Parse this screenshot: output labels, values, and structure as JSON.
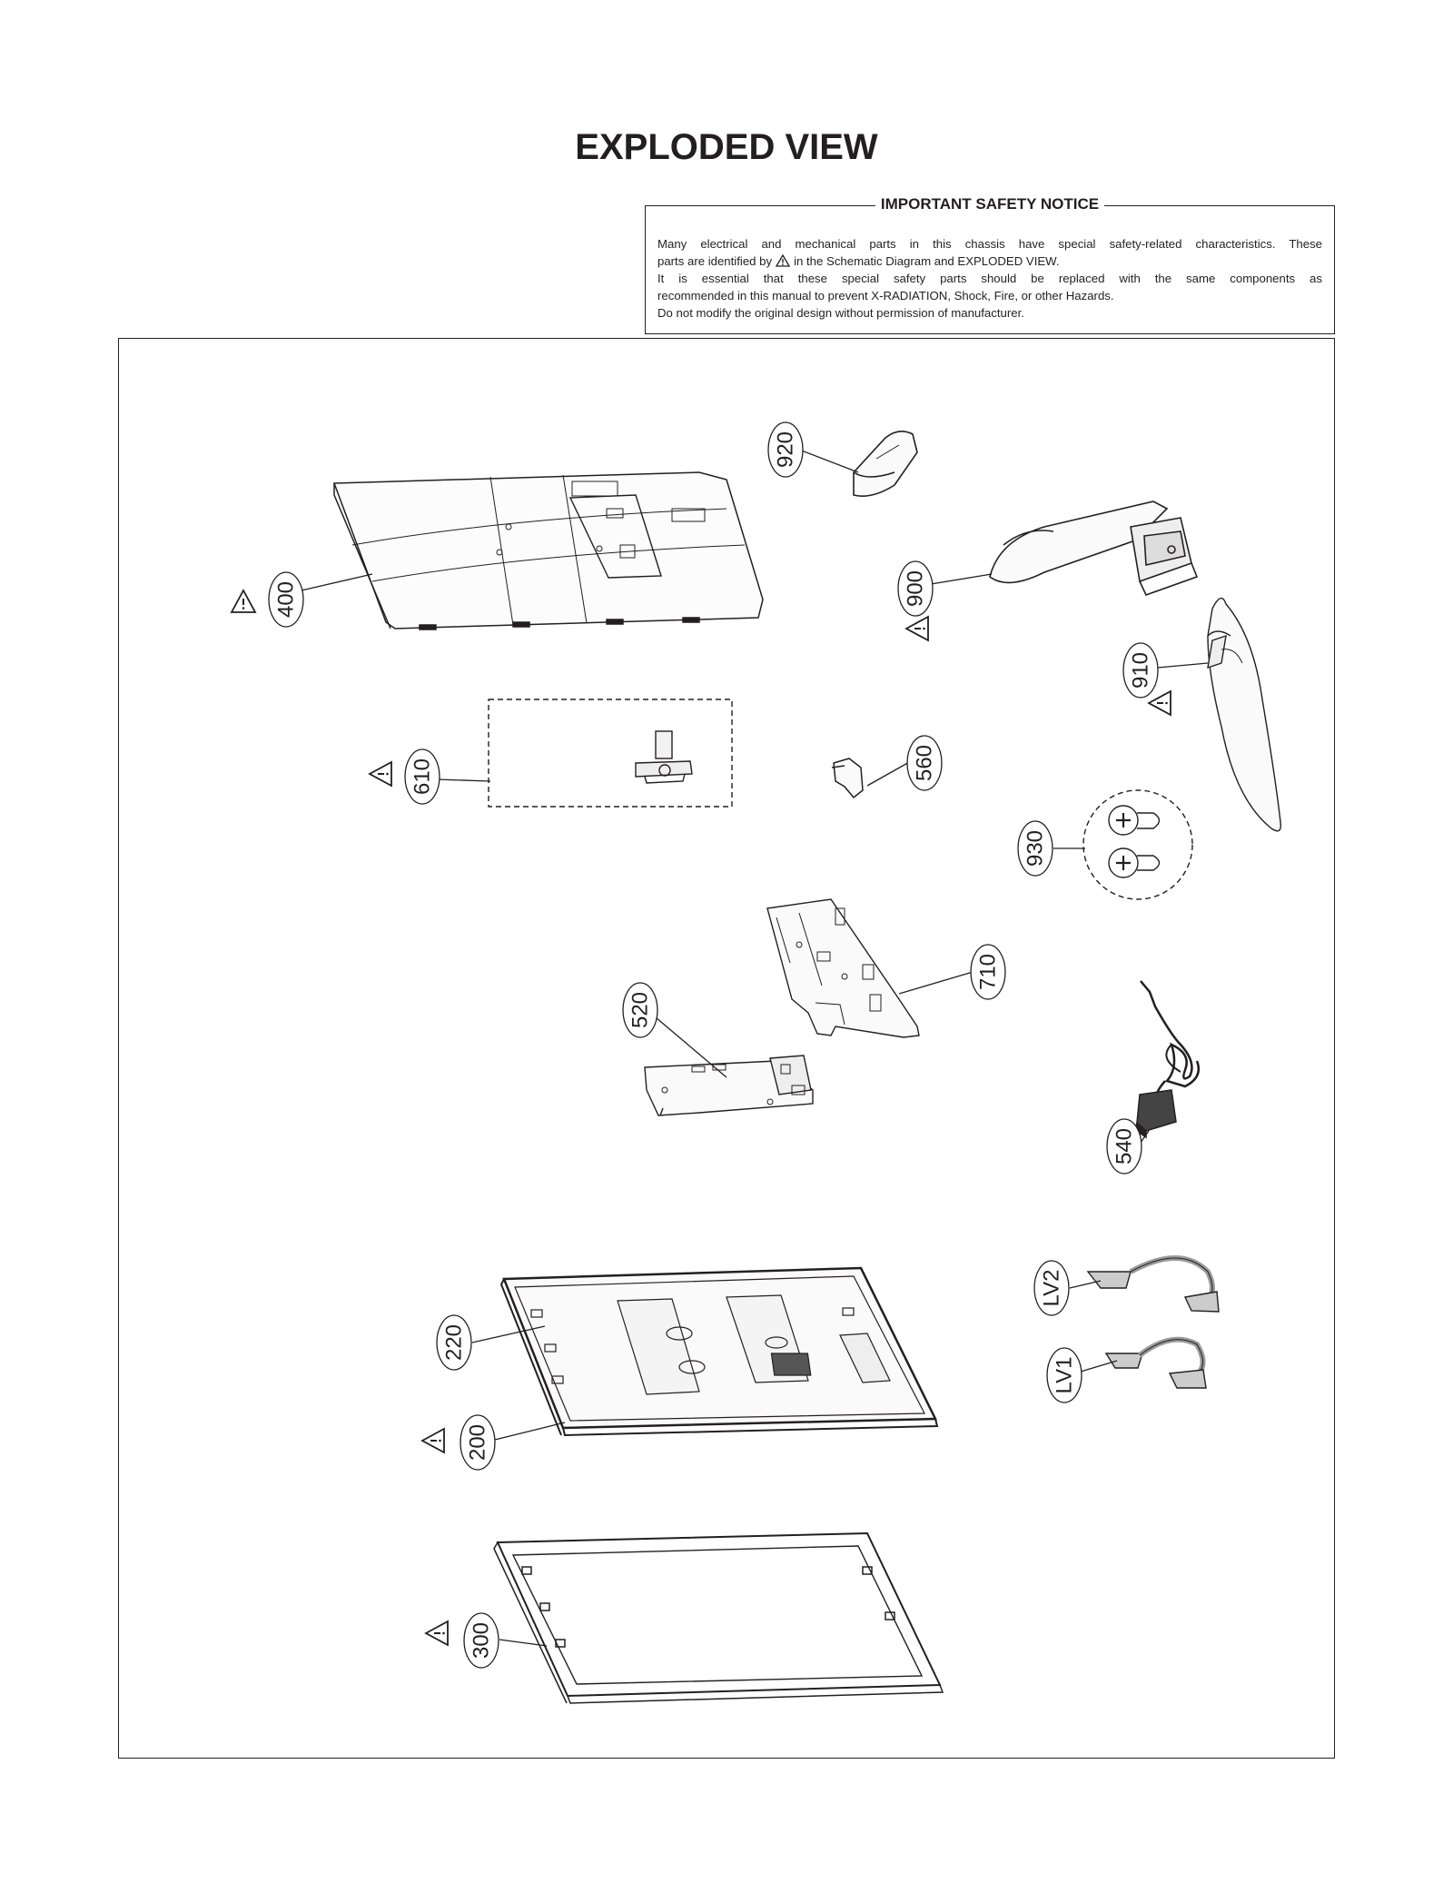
{
  "page": {
    "title": "EXPLODED VIEW"
  },
  "notice": {
    "heading": "IMPORTANT SAFETY NOTICE",
    "line1": "Many electrical and mechanical parts in this chassis have special safety-related characteristics. These",
    "line2_before": "parts are identified by",
    "line2_after": "in the Schematic Diagram and EXPLODED VIEW.",
    "line3": "It is essential that these special safety parts should be replaced with the same components as",
    "line4": "recommended in this manual to prevent X-RADIATION, Shock, Fire, or other Hazards.",
    "line5": "Do not modify the original design without permission of manufacturer."
  },
  "parts": [
    {
      "id": "920",
      "safety": false
    },
    {
      "id": "400",
      "safety": true
    },
    {
      "id": "900",
      "safety": true
    },
    {
      "id": "910",
      "safety": true
    },
    {
      "id": "610",
      "safety": true
    },
    {
      "id": "560",
      "safety": false
    },
    {
      "id": "930",
      "safety": false
    },
    {
      "id": "710",
      "safety": false
    },
    {
      "id": "520",
      "safety": false
    },
    {
      "id": "540",
      "safety": false
    },
    {
      "id": "LV2",
      "safety": false
    },
    {
      "id": "LV1",
      "safety": false
    },
    {
      "id": "220",
      "safety": false
    },
    {
      "id": "200",
      "safety": true
    },
    {
      "id": "300",
      "safety": true
    }
  ]
}
